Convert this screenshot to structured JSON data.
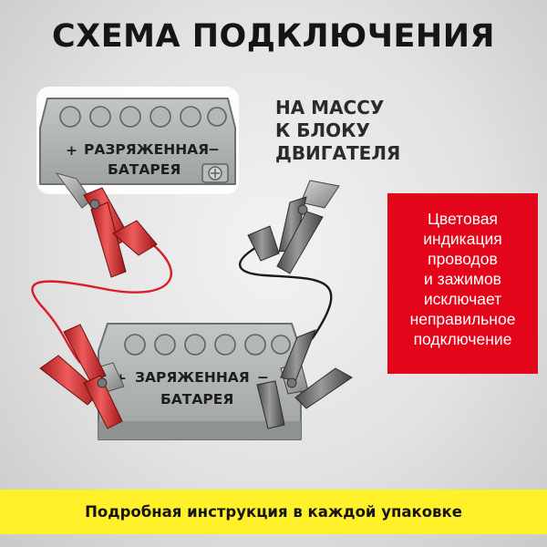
{
  "title": "СХЕМА ПОДКЛЮЧЕНИЯ",
  "ground_label": {
    "line1": "НА МАССУ",
    "line2": "К БЛОКУ",
    "line3": "ДВИГАТЕЛЯ"
  },
  "batteries": {
    "discharged": {
      "line1": "РАЗРЯЖЕННАЯ",
      "line2": "БАТАРЕЯ",
      "plus": "+",
      "minus": "−"
    },
    "charged": {
      "line1": "ЗАРЯЖЕННАЯ",
      "line2": "БАТАРЕЯ",
      "plus": "+",
      "minus": "−"
    }
  },
  "info_box": {
    "lines": [
      "Цветовая",
      "индикация",
      "проводов",
      "и зажимов",
      "исключает",
      "неправильное",
      "подключение"
    ],
    "color": "#e3061a"
  },
  "footer": {
    "text": "Подробная инструкция в каждой упаковке",
    "color": "#fff02a"
  },
  "colors": {
    "positive_cable": "#d91e2a",
    "negative_cable": "#1a1a1a",
    "red_clamp": "#e23a3a",
    "gray_clamp": "#7a7a7a",
    "battery_body": "#a9acad"
  }
}
